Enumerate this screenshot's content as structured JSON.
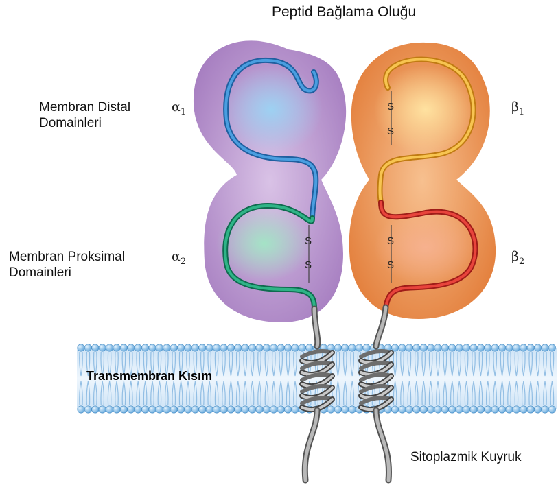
{
  "title": "Peptid Bağlama Oluğu",
  "labels": {
    "distal_line1": "Membran Distal",
    "distal_line2": "Domainleri",
    "proximal_line1": "Membran Proksimal",
    "proximal_line2": "Domainleri",
    "transmembrane": "Transmembran Kısım",
    "cytoplasmic": "Sitoplazmik Kuyruk"
  },
  "domains": {
    "alpha1": {
      "letter": "α",
      "index": "1"
    },
    "alpha2": {
      "letter": "α",
      "index": "2"
    },
    "beta1": {
      "letter": "β",
      "index": "1"
    },
    "beta2": {
      "letter": "β",
      "index": "2"
    }
  },
  "disulfide": "S",
  "colors": {
    "alpha_chain_body": "#b48ac8",
    "beta_chain_body": "#e8894a",
    "alpha1_strand": "#2f6fb8",
    "alpha2_strand": "#1d8f6a",
    "beta1_strand": "#f0a830",
    "beta2_strand": "#d6302a",
    "membrane_head": "#8fc3ea",
    "helix": "#8a8a8a"
  }
}
